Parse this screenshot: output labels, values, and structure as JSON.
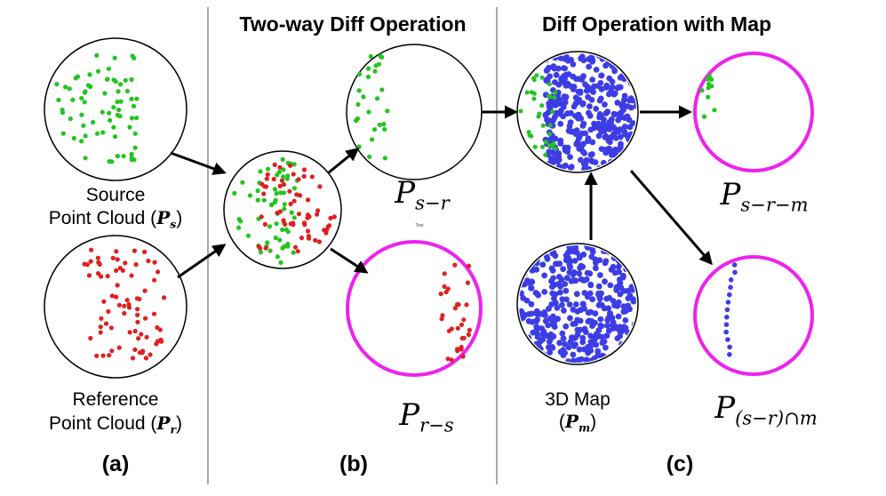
{
  "headings": {
    "two_way": "Two-way Diff Operation",
    "with_map": "Diff Operation with Map"
  },
  "panels": {
    "a": "(a)",
    "b": "(b)",
    "c": "(c)"
  },
  "labels": {
    "source_line1": "Source",
    "source_line2": "Point Cloud (",
    "source_sym": "P",
    "source_sub": "s",
    "source_close": ")",
    "reference_line1": "Reference",
    "reference_line2": "Point Cloud (",
    "reference_sym": "P",
    "reference_sub": "r",
    "reference_close": ")",
    "map_line1": "3D Map",
    "map_open": "(",
    "map_sym": "P",
    "map_sub": "m",
    "map_close": ")",
    "psr_sym": "P",
    "psr_sub": "s−r",
    "prs_sym": "P",
    "prs_sub": "r−s",
    "psrm_sym": "P",
    "psrm_sub": "s−r−m",
    "pint_sym": "P",
    "pint_sub": "(s−r)∩m",
    "stray_text": "Text"
  },
  "colors": {
    "source_points": "#22c41f",
    "reference_points": "#e02020",
    "map_points": "#3d3de6",
    "highlight_ring": "#ee22ee",
    "plain_ring": "#000000",
    "divider": "#aaaaaa"
  }
}
